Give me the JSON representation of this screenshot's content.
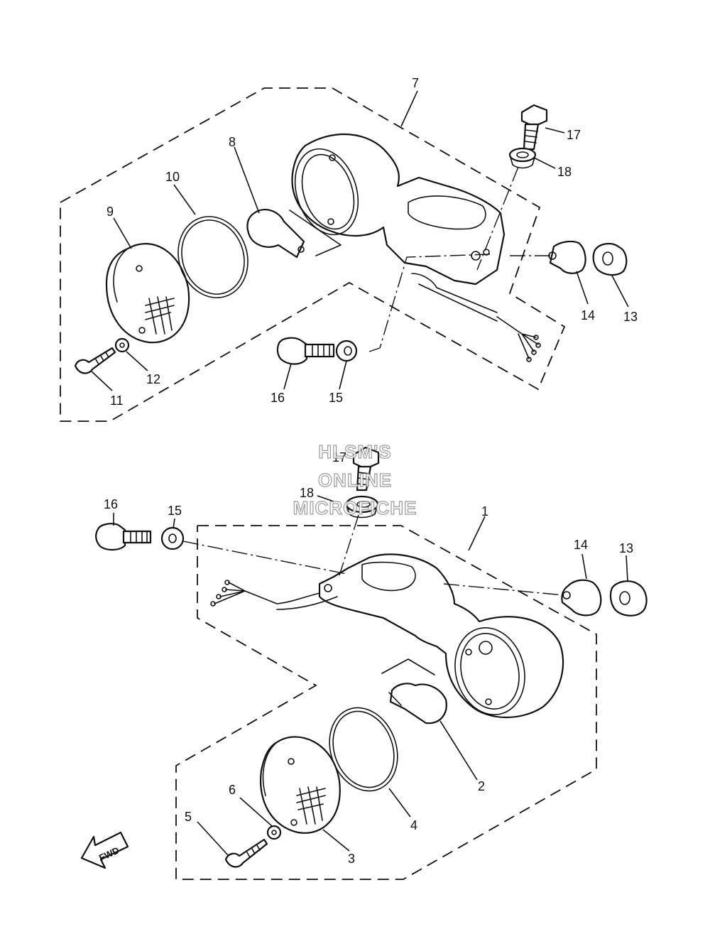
{
  "watermark": {
    "line1": "HLSM'S",
    "line2": "ONLINE",
    "line3": "MICROFICHE"
  },
  "direction_arrow": {
    "label": "FWD"
  },
  "upper_assembly": {
    "callouts": [
      "7",
      "8",
      "10",
      "9",
      "17",
      "18",
      "14",
      "13",
      "12",
      "11",
      "16",
      "15"
    ]
  },
  "lower_assembly": {
    "callouts": [
      "17",
      "18",
      "16",
      "15",
      "1",
      "14",
      "13",
      "2",
      "4",
      "3",
      "6",
      "5"
    ]
  }
}
